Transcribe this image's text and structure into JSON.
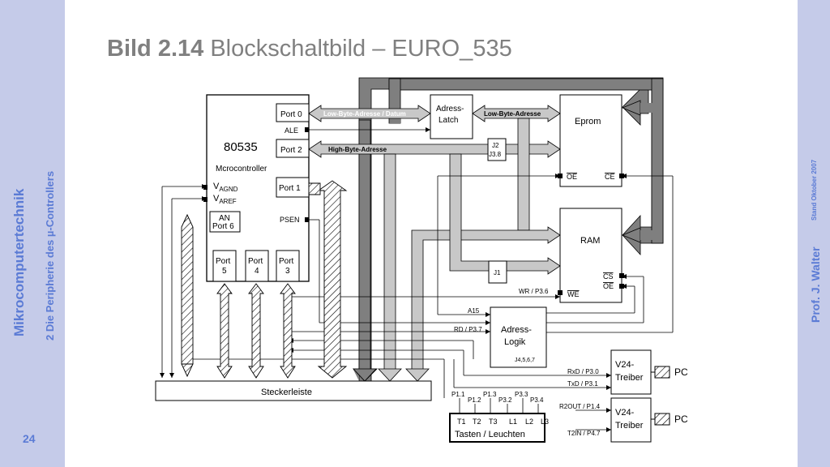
{
  "sidebar": {
    "course": "Mikrocomputertechnik",
    "chapter": "2 Die Peripherie des µ-Controllers",
    "page_number": "24",
    "author": "Prof. J. Walter",
    "stand": "Stand Oktober 2007"
  },
  "title": {
    "number": "Bild 2.14",
    "text": "Blockschaltbild – EURO_535"
  },
  "diagram": {
    "cpu_name": "80535",
    "cpu_subtitle": "Mcrocontroller",
    "port0": "Port 0",
    "ale": "ALE",
    "port2": "Port 2",
    "port1": "Port 1",
    "vagnd_main": "V",
    "vagnd_sub": "AGND",
    "varef_main": "V",
    "varef_sub": "AREF",
    "an_line1": "AN",
    "an_line2": "Port 6",
    "psen": "PSEN",
    "port5_line1": "Port",
    "port5_line2": "5",
    "port4_line1": "Port",
    "port4_line2": "4",
    "port3_line1": "Port",
    "port3_line2": "3",
    "bus_low_data": "Low-Byte-Adresse / Datum",
    "bus_low": "Low-Byte-Adresse",
    "bus_high": "High-Byte-Adresse",
    "latch_line1": "Adress-",
    "latch_line2": "Latch",
    "eprom": "Eprom",
    "oe": "OE",
    "ce": "CE",
    "ram": "RAM",
    "cs": "CS",
    "ram_oe": "OE",
    "we": "WE",
    "j2_line1": "J2",
    "j2_line2": "J3.8",
    "j1": "J1",
    "wr_label": "WR / P3.6",
    "a15": "A15",
    "rd_label": "RD / P3.7",
    "logic_line1": "Adress-",
    "logic_line2": "Logik",
    "logic_jumpers": "J4,5,6,7",
    "rxd": "RxD / P3.0",
    "txd": "TxD / P3.1",
    "driver_line1": "V24-",
    "driver_line2": "Treiber",
    "pc": "PC",
    "r2out": "R2OUT / P1.4",
    "t2in": "T2IN / P4.7",
    "connector": "Steckerleiste",
    "pins": [
      "P1.1",
      "P1.2",
      "P1.3",
      "P3.2",
      "P3.3",
      "P3.4"
    ],
    "keys": [
      "T1",
      "T2",
      "T3",
      "L1",
      "L2",
      "L3"
    ],
    "keypad": "Tasten / Leuchten"
  }
}
